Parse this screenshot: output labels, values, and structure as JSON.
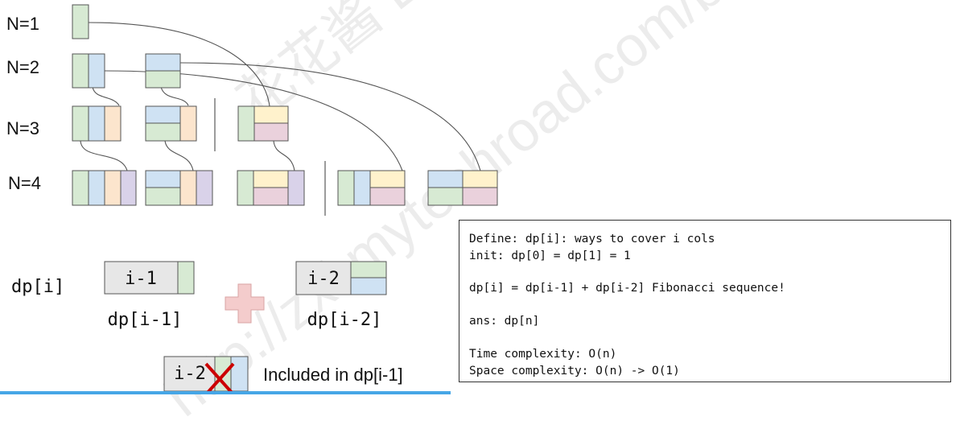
{
  "rows": [
    {
      "label": "N=1"
    },
    {
      "label": "N=2"
    },
    {
      "label": "N=3"
    },
    {
      "label": "N=4"
    }
  ],
  "colors": {
    "green": "#d7ead3",
    "blue": "#cfe2f3",
    "orange": "#fce5cd",
    "yellow": "#fff2cc",
    "pink": "#ead1dc",
    "purple": "#d9d2e9",
    "gray": "#e7e7e7",
    "stroke": "#555555",
    "plus": "#f4cccc",
    "cross": "#cc0000",
    "divider": "#666666"
  },
  "formula": {
    "lhs": "dp[i]",
    "term1_box": "i-1",
    "term1_label": "dp[i-1]",
    "term2_box": "i-2",
    "term2_label": "dp[i-2]",
    "excluded_box": "i-2",
    "excluded_caption": "Included in dp[i-1]"
  },
  "info": {
    "lines": [
      "Define: dp[i]: ways to cover i cols",
      "init: dp[0] = dp[1] = 1",
      "",
      "dp[i] = dp[i-1] + dp[i-2] Fibonacci sequence!",
      "",
      "ans: dp[n]",
      "",
      "Time complexity: O(n)",
      "Space complexity: O(n) -> O(1)"
    ]
  },
  "watermark": {
    "text1": "花花酱 LeetCode",
    "text2": "http://zxi.mytechroad.com/blog/"
  }
}
